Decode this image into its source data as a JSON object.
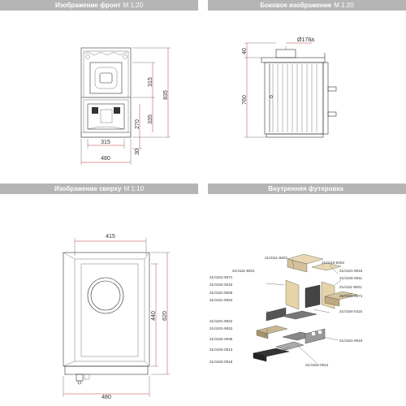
{
  "panels": {
    "front": {
      "title": "Изображение фронт",
      "scale": "M 1:20"
    },
    "side": {
      "title": "Боковое изображение",
      "scale": "M 1:20"
    },
    "top": {
      "title": "Изображение сверху",
      "scale": "M 1:10"
    },
    "lining": {
      "title": "Внутренняя футеровка",
      "scale": ""
    }
  },
  "front_dims": {
    "height_total": "835",
    "upper": "315",
    "mid": "335",
    "lower_h": "270",
    "base": "30",
    "door_width": "315",
    "width": "480"
  },
  "side_dims": {
    "top": "40",
    "flue": "Ø178a",
    "height": "760"
  },
  "top_dims": {
    "inner_width": "415",
    "depth": "620",
    "inner_depth": "440",
    "width": "480"
  },
  "lining_codes": [
    "21/4111-9203",
    "21/4110-9202",
    "21/4111-9201",
    "21/4101-9016",
    "21/4101-9071",
    "21/4104-0011",
    "21/4104-9215",
    "21/4111-9201",
    "21/4101-9026",
    "21/4101-9071",
    "21/4101-9024",
    "21/4104-0115",
    "21/4101-9022",
    "21/4101-9010",
    "21/4104-0045",
    "21/4101-9010",
    "21/4104-0013",
    "21/4104-0012",
    "21/4104-0016"
  ]
}
